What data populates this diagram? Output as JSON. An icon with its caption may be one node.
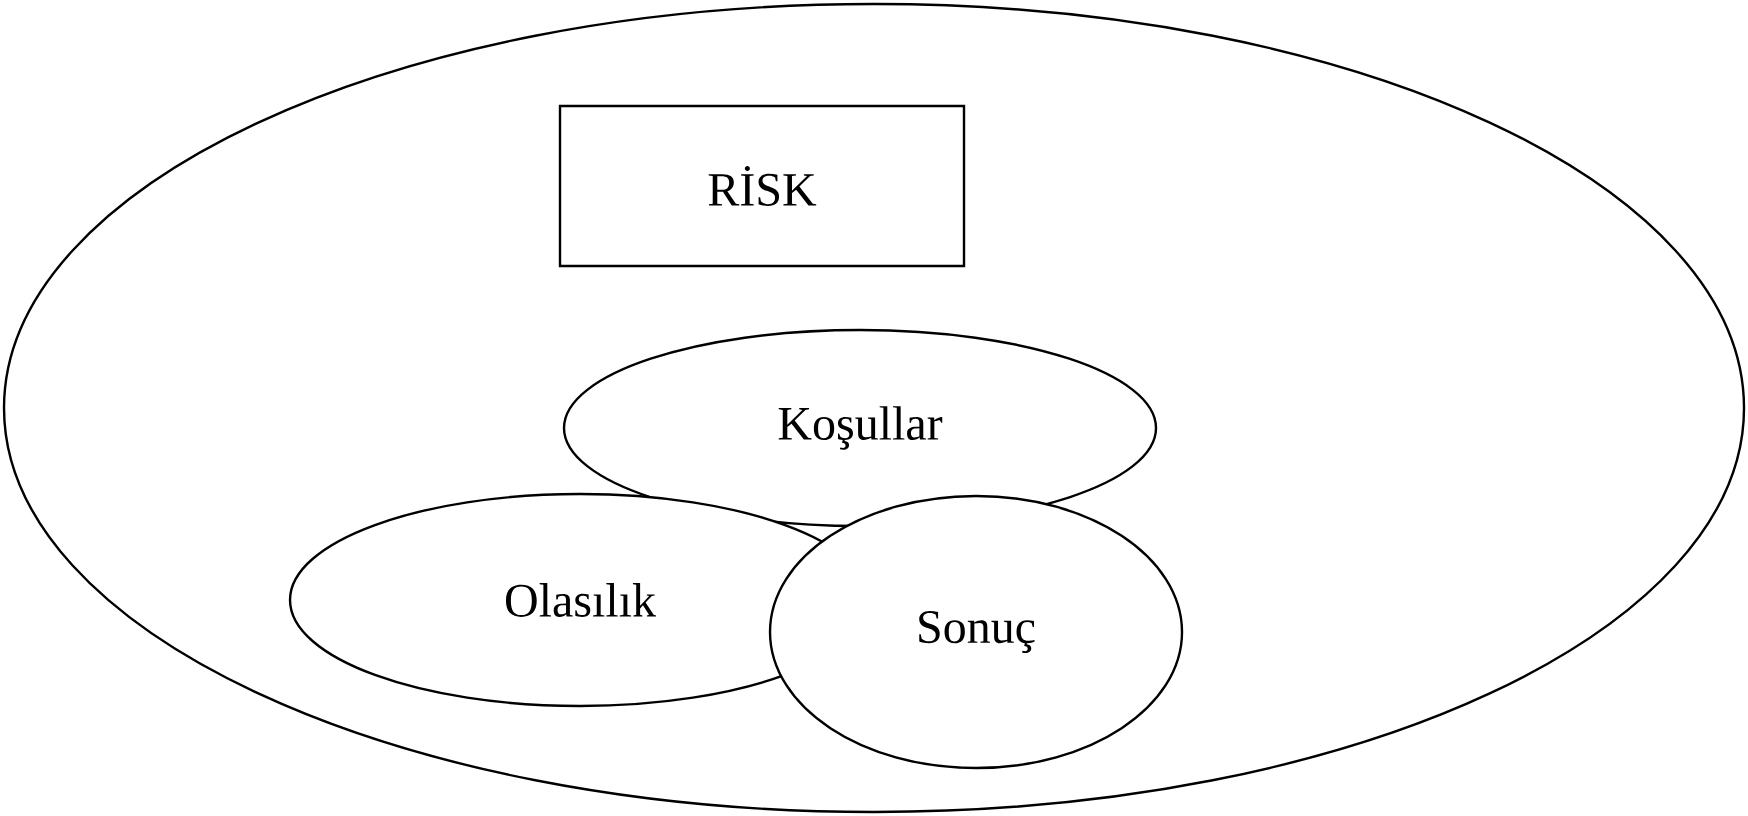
{
  "diagram": {
    "nodes": [
      {
        "text": [],
        "shape": "ellipse"
      },
      {
        "text": [
          "RİSK"
        ],
        "in": 0
      },
      {
        "text": [
          "Koşullar"
        ],
        "in": 0
      },
      {
        "text": [
          "Olasılık"
        ],
        "in": 0
      },
      {
        "text": [
          "Sonuç"
        ],
        "in": 0
      }
    ]
  }
}
